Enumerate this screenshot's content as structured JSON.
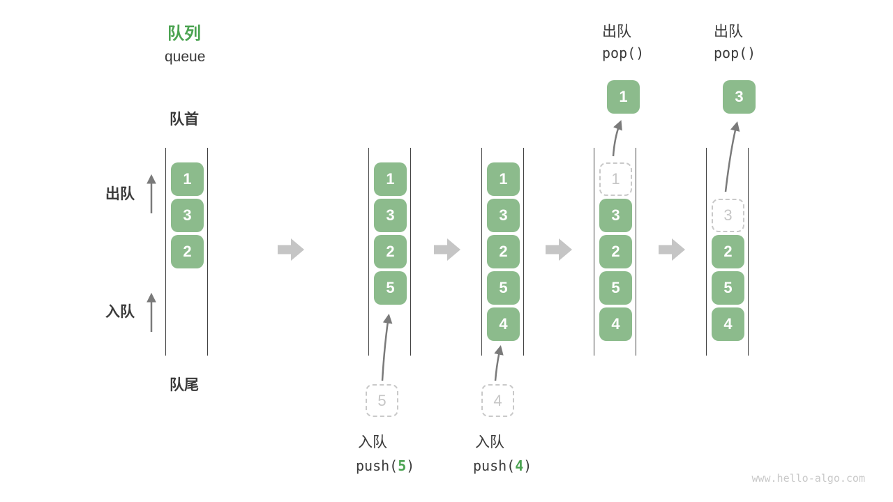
{
  "title": {
    "zh": "队列",
    "en": "queue"
  },
  "side_labels": {
    "front": "队首",
    "rear": "队尾",
    "dequeue": "出队",
    "enqueue": "入队"
  },
  "states": [
    {
      "cells": [
        {
          "v": "1"
        },
        {
          "v": "3"
        },
        {
          "v": "2"
        }
      ]
    },
    {
      "cells": [
        {
          "v": "1"
        },
        {
          "v": "3"
        },
        {
          "v": "2"
        },
        {
          "v": "5"
        }
      ]
    },
    {
      "cells": [
        {
          "v": "1"
        },
        {
          "v": "3"
        },
        {
          "v": "2"
        },
        {
          "v": "5"
        },
        {
          "v": "4"
        }
      ]
    },
    {
      "ghost": "1",
      "cells": [
        {
          "v": "3"
        },
        {
          "v": "2"
        },
        {
          "v": "5"
        },
        {
          "v": "4"
        }
      ]
    },
    {
      "ghost": "3",
      "cells": [
        {
          "v": "2"
        },
        {
          "v": "5"
        },
        {
          "v": "4"
        }
      ]
    }
  ],
  "push_ops": [
    {
      "action": "入队",
      "ghost_value": "5",
      "code_before": "push(",
      "arg": "5",
      "code_after": ")"
    },
    {
      "action": "入队",
      "ghost_value": "4",
      "code_before": "push(",
      "arg": "4",
      "code_after": ")"
    }
  ],
  "pop_ops": [
    {
      "action": "出队",
      "code": "pop()",
      "value": "1"
    },
    {
      "action": "出队",
      "code": "pop()",
      "value": "3"
    }
  ],
  "watermark": "www.hello-algo.com",
  "colors": {
    "box_green": "#8CBB8C",
    "accent_green": "#4BA351",
    "text_dark": "#3A3A3A",
    "column_line": "#414141",
    "block_arrow_gray": "#C5C5C5",
    "curve_arrow_gray": "#7A7A7A",
    "ghost_gray": "#C9C9C9"
  }
}
